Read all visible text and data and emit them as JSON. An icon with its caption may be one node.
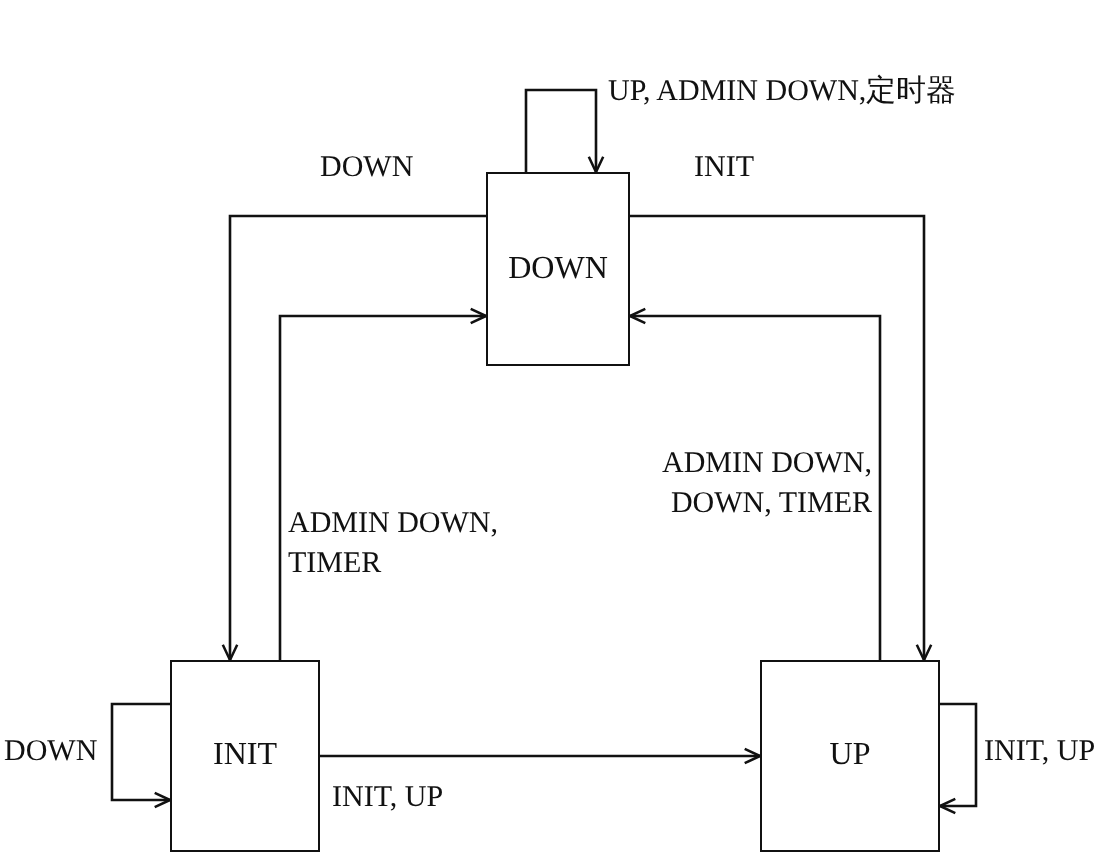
{
  "diagram": {
    "nodes": [
      {
        "text": [
          "DOWN"
        ]
      },
      {
        "text": [
          "INIT"
        ]
      },
      {
        "text": [
          "UP"
        ]
      }
    ],
    "edges": [
      {
        "from": 0,
        "to": 0,
        "arrow": "to",
        "label": "UP, ADMIN DOWN,定时器"
      },
      {
        "from": 0,
        "to": 1,
        "arrow": "to",
        "label": "DOWN"
      },
      {
        "from": 0,
        "to": 2,
        "arrow": "to",
        "label": "INIT"
      },
      {
        "from": 1,
        "to": 0,
        "arrow": "to",
        "label": "ADMIN DOWN, TIMER"
      },
      {
        "from": 2,
        "to": 0,
        "arrow": "to",
        "label": "ADMIN DOWN, DOWN, TIMER"
      },
      {
        "from": 1,
        "to": 1,
        "arrow": "to",
        "label": "DOWN"
      },
      {
        "from": 1,
        "to": 2,
        "arrow": "to",
        "label": "INIT, UP"
      },
      {
        "from": 2,
        "to": 2,
        "arrow": "to",
        "label": "INIT, UP"
      }
    ]
  }
}
